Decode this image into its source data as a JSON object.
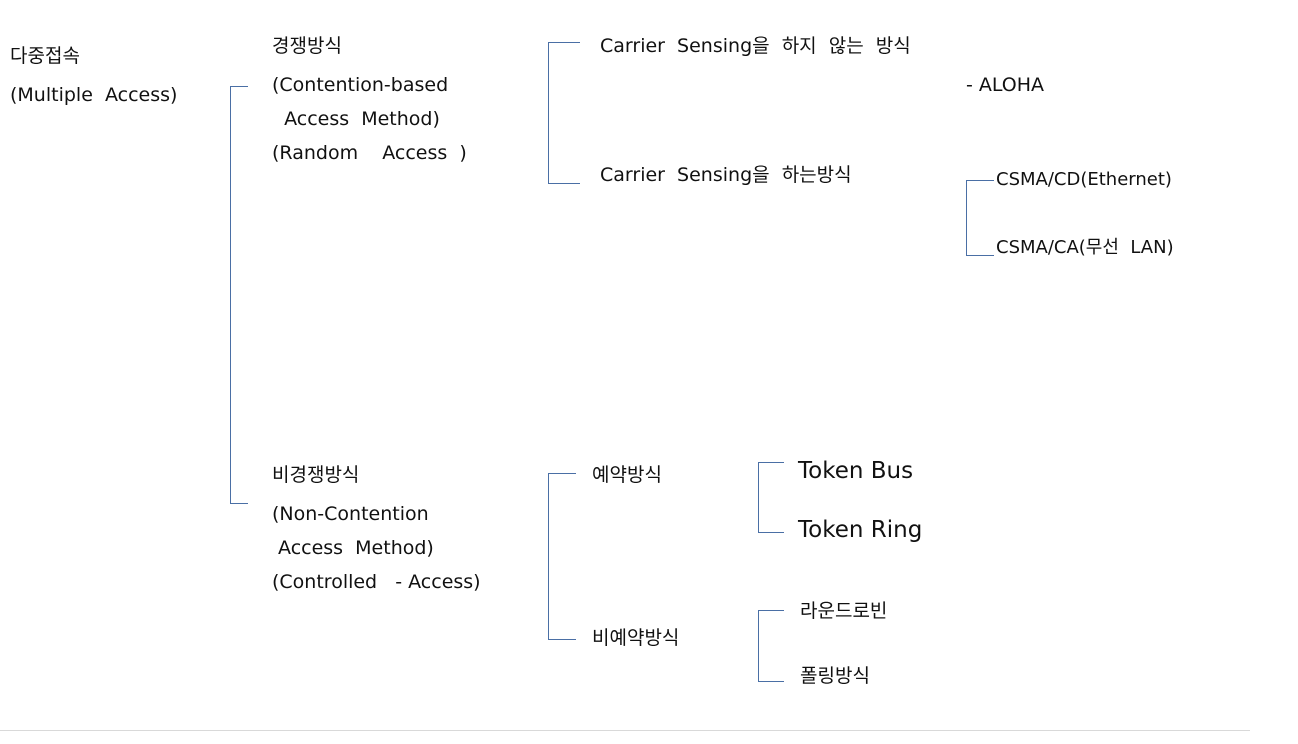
{
  "root": {
    "title": "다중접속",
    "subtitle": "(Multiple  Access)"
  },
  "contention": {
    "title": "경쟁방식",
    "line1": "(Contention-based",
    "line2": "  Access  Method)",
    "line3": "(Random    Access  )",
    "no_sensing": {
      "label": "Carrier  Sensing을  하지  않는  방식",
      "sub": "- ALOHA"
    },
    "sensing": {
      "label": "Carrier  Sensing을  하는방식",
      "items": [
        "CSMA/CD(Ethernet)",
        "CSMA/CA(무선  LAN)"
      ]
    }
  },
  "non_contention": {
    "title": "비경쟁방식",
    "line1": "(Non-Contention",
    "line2": " Access  Method)",
    "line3": "(Controlled   - Access)",
    "reservation": {
      "label": "예약방식",
      "items": [
        "Token Bus",
        "Token Ring"
      ]
    },
    "non_reservation": {
      "label": "비예약방식",
      "items": [
        "라운드로빈",
        "폴링방식"
      ]
    }
  },
  "colors": {
    "connector": "#4a6fa5",
    "text": "#111111",
    "rule": "#d9d9d9"
  }
}
